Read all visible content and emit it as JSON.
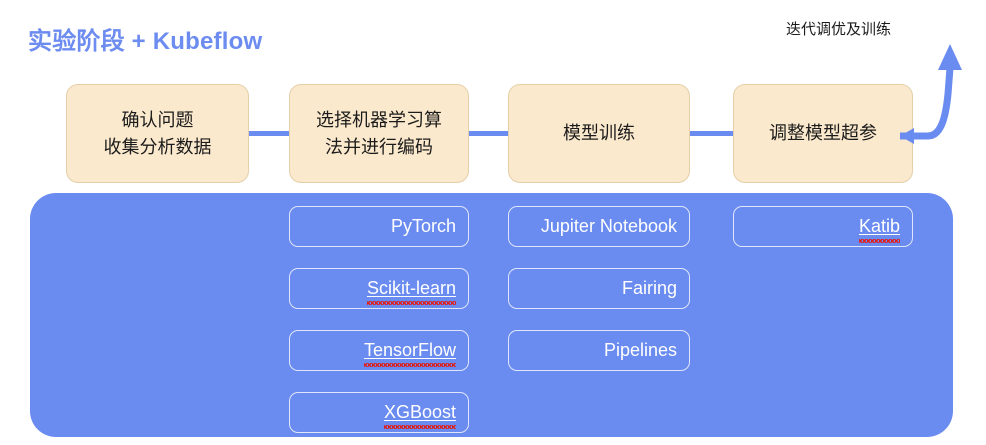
{
  "title": "实验阶段 + Kubeflow",
  "accent_blue": "#6a8bef",
  "stage_box_fill": "#fbe9cd",
  "stage_box_border": "#e4cfa8",
  "chip_text_color": "#ffffff",
  "stages": [
    {
      "label": "确认问题\n收集分析数据"
    },
    {
      "label": "选择机器学习算\n法并进行编码"
    },
    {
      "label": "模型训练"
    },
    {
      "label": "调整模型超参"
    }
  ],
  "feedback": {
    "label": "迭代调优及训练",
    "icon": "curved-up-arrow-icon"
  },
  "tools": {
    "column_a": [
      {
        "label": "PyTorch",
        "misspelled": false
      },
      {
        "label": "Scikit-learn",
        "misspelled": true
      },
      {
        "label": "TensorFlow",
        "misspelled": true
      },
      {
        "label": "XGBoost",
        "misspelled": true
      }
    ],
    "column_b": [
      {
        "label": "Jupiter Notebook",
        "misspelled": false
      },
      {
        "label": "Fairing",
        "misspelled": false
      },
      {
        "label": "Pipelines",
        "misspelled": false
      }
    ],
    "column_c": [
      {
        "label": "Katib",
        "misspelled": true
      }
    ]
  }
}
